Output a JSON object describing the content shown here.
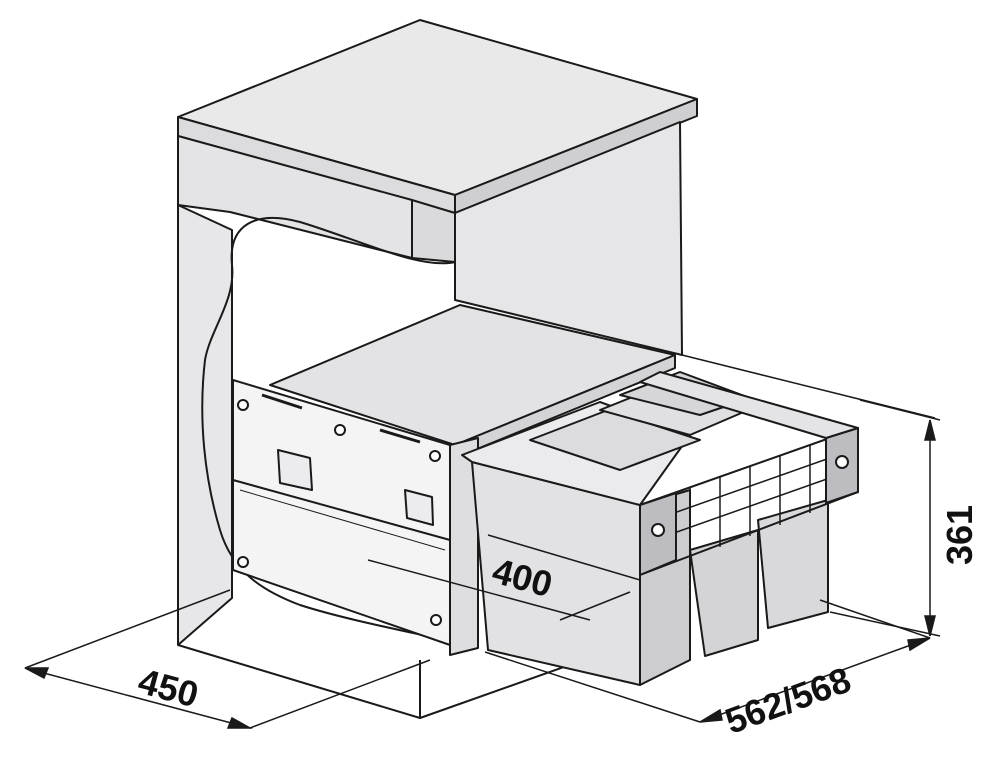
{
  "dimensions": {
    "width_450": "450",
    "depth_400": "400",
    "depth_562_568": "562/568",
    "height_361": "361"
  },
  "colors": {
    "line": "#1a1a1a",
    "fill_light": "#e9e9ea",
    "fill_mid": "#dcdcde",
    "fill_dark": "#c9c9cc",
    "plate": "#f4f4f4"
  }
}
